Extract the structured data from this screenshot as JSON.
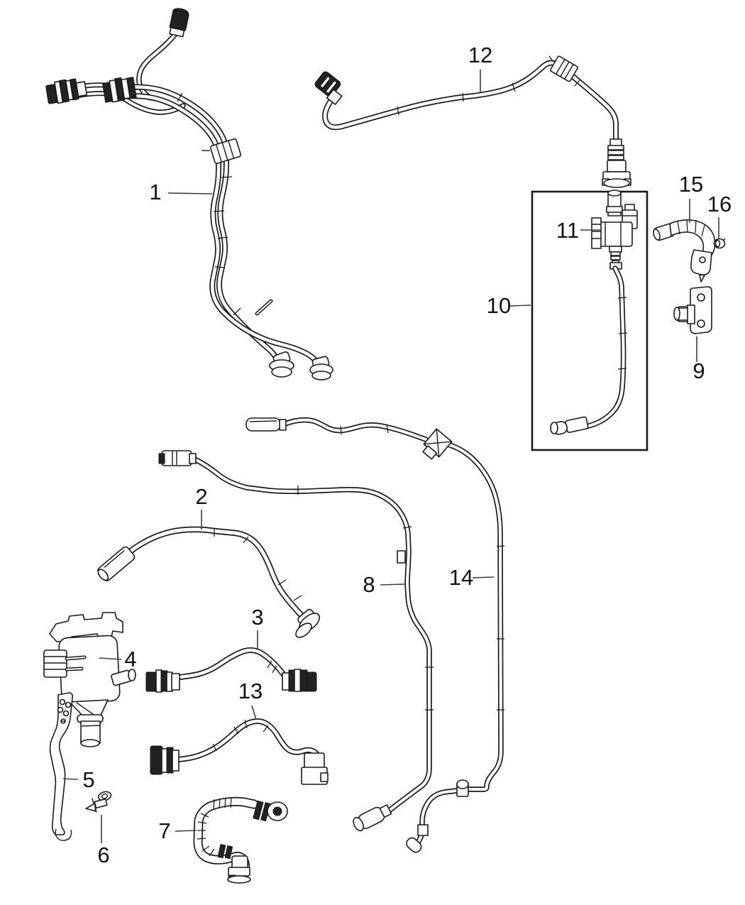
{
  "figure": {
    "type": "exploded-parts-line-diagram",
    "background_color": "#ffffff",
    "line_color": "#1a1a1a",
    "label_color": "#111111"
  },
  "callouts": [
    {
      "label": "1"
    },
    {
      "label": "2"
    },
    {
      "label": "3"
    },
    {
      "label": "4"
    },
    {
      "label": "5"
    },
    {
      "label": "6"
    },
    {
      "label": "7"
    },
    {
      "label": "8"
    },
    {
      "label": "9"
    },
    {
      "label": "10"
    },
    {
      "label": "11"
    },
    {
      "label": "12"
    },
    {
      "label": "13"
    },
    {
      "label": "14"
    },
    {
      "label": "15"
    },
    {
      "label": "16"
    }
  ]
}
